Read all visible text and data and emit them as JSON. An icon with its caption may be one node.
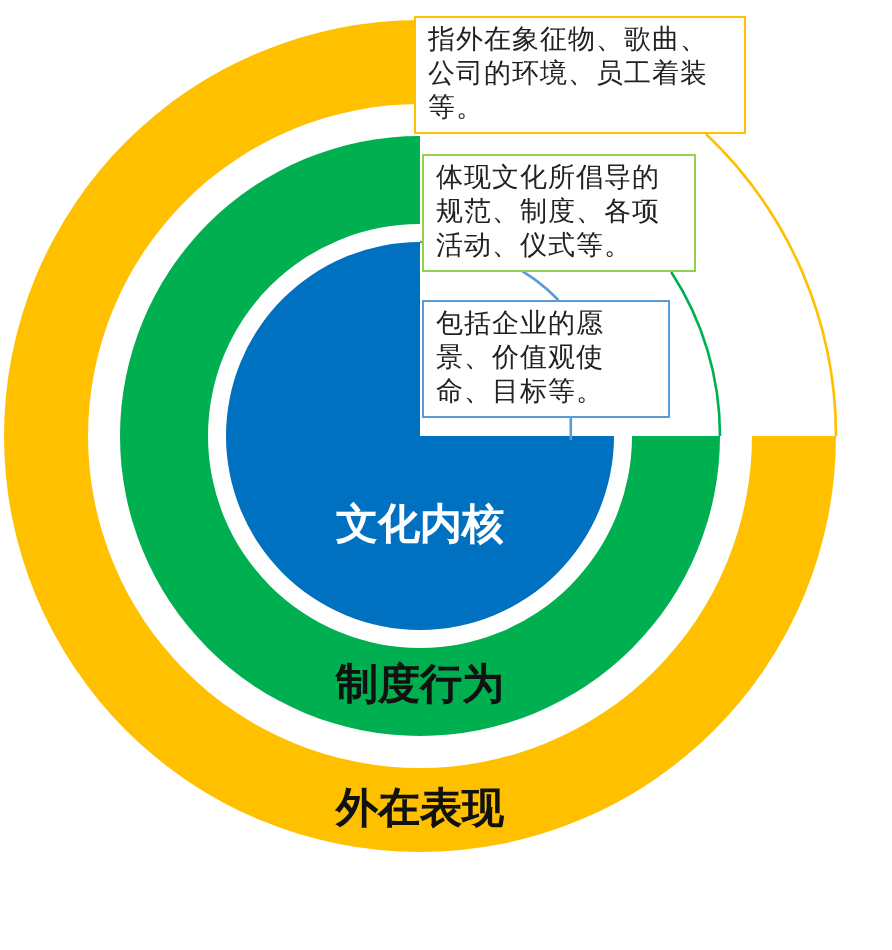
{
  "diagram": {
    "nodes": [
      {
        "text": [
          "指外在象征物、歌曲、公司的环境、员工着装等。"
        ]
      },
      {
        "text": [
          "体现文化所倡导的规范、制度、各项活动、仪式等。"
        ]
      },
      {
        "text": [
          "包括企业的愿景、价值观使命、目标等。"
        ]
      },
      {
        "text": [
          "文化内核"
        ]
      },
      {
        "text": [
          "制度行为"
        ]
      },
      {
        "text": [
          "外在表现"
        ]
      }
    ],
    "edges": [
      {
        "from": 0,
        "to": 5,
        "arrow": "none",
        "color": "#ffc000"
      },
      {
        "from": 1,
        "to": 4,
        "arrow": "none",
        "color": "#00b050"
      },
      {
        "from": 2,
        "to": 3,
        "arrow": "none",
        "color": "#5b9bd5"
      }
    ]
  }
}
